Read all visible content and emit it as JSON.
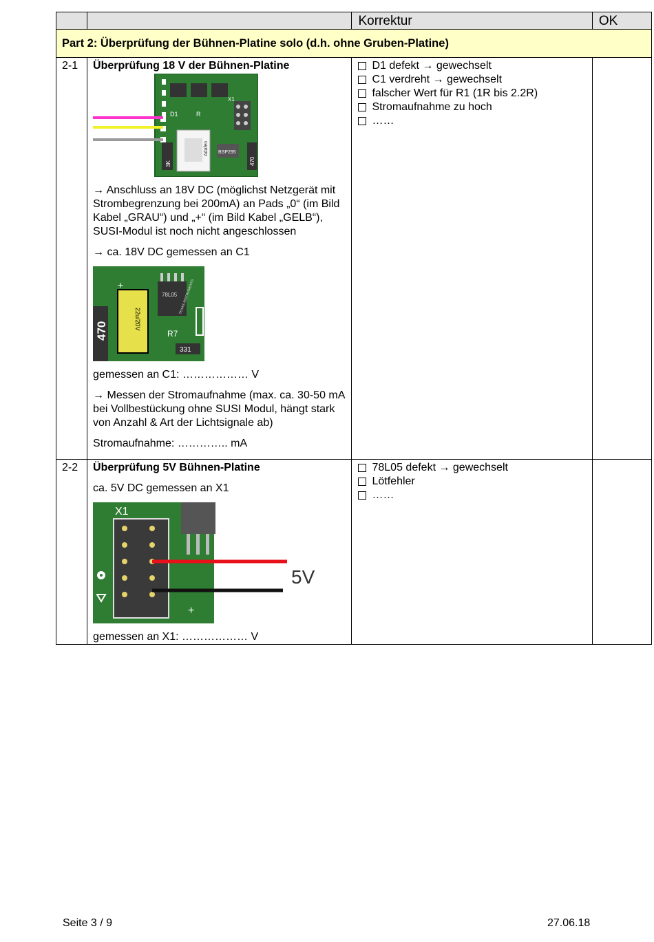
{
  "header": {
    "col3": "Korrektur",
    "col4": "OK"
  },
  "part_title": "Part 2: Überprüfung der Bühnen-Platine solo (d.h. ohne Gruben-Platine)",
  "row1": {
    "num": "2-1",
    "title": "Überprüfung 18 V der Bühnen-Platine",
    "text1": "→ Anschluss an 18V DC (möglichst Netzgerät mit Strombegrenzung bei 200mA) an Pads „0“ (im Bild Kabel „GRAU“) und „+“ (im Bild Kabel „GELB“), SUSI-Modul ist noch nicht angeschlossen",
    "text2": "→ ca. 18V DC gemessen an C1",
    "measure1": "gemessen an C1: ……………… V",
    "text3": "→ Messen der Stromaufnahme (max. ca. 30-50 mA bei Vollbestückung ohne SUSI Modul, hängt stark von Anzahl & Art der Lichtsignale ab)",
    "measure2": "Stromaufnahme:   ………….. mA",
    "korrektur": [
      "D1 defekt → gewechselt",
      "C1 verdreht → gewechselt",
      "falscher Wert für R1 (1R bis 2.2R)",
      "Stromaufnahme zu hoch",
      "……"
    ],
    "pcb1": {
      "labels": [
        "D1",
        "R",
        "Adafen",
        "BSP295",
        "X1",
        "3K",
        "470"
      ]
    },
    "pcb2": {
      "labels": [
        "22u/20V",
        "470",
        "78L05",
        "TEXAS INSTRUMENTS",
        "R7",
        "331",
        "+"
      ]
    }
  },
  "row2": {
    "num": "2-2",
    "title": "Überprüfung 5V Bühnen-Platine",
    "text1": "ca. 5V DC gemessen an X1",
    "measure": "gemessen an X1: ……………… V",
    "korrektur": [
      "78L05 defekt → gewechselt",
      "Lötfehler",
      "……"
    ],
    "pcb3": {
      "labels": [
        "X1",
        "5V",
        "+"
      ]
    }
  },
  "footer": {
    "page": "Seite 3 / 9",
    "date": "27.06.18"
  },
  "colors": {
    "header_bg": "#e2e2e2",
    "part_bg": "#ffffc8",
    "pcb_green": "#2e7d32"
  }
}
